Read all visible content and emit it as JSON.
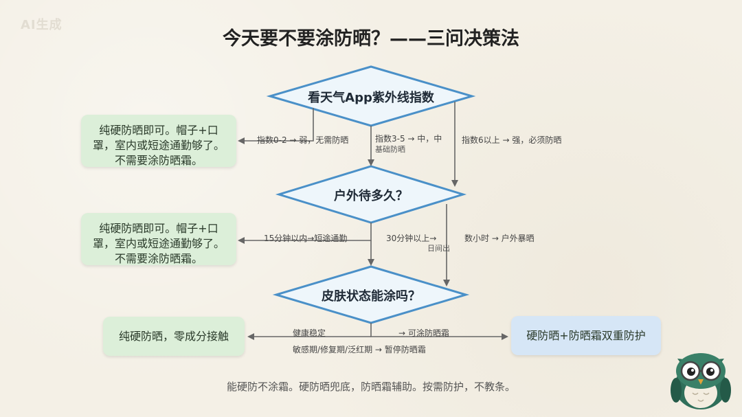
{
  "watermark": "AI生成",
  "title": "今天要不要涂防晒？——三问决策法",
  "decisions": {
    "q1": "看天气App紫外线指数",
    "q2": "户外待多久？",
    "q3": "皮肤状态能涂吗？"
  },
  "labels": {
    "uv_low": "指数0-2 → 弱，无需防晒",
    "uv_mid_line1": "指数3-5 → 中，中",
    "uv_mid_line2": "基础防晒",
    "uv_high": "指数6以上 → 强，必须防晒",
    "time_short": "15分钟以内→短途通勤",
    "time_mid": "30分钟以上→",
    "time_mid_sub": "日间出",
    "time_long": "数小时 → 户外暴晒",
    "skin_ok_a": "健康稳定",
    "skin_ok_b": "→ 可涂防晒霜",
    "skin_sensitive": "敏感期/修复期/泛红期 → 暂停防晒霜"
  },
  "outcomes": {
    "box1": "纯硬防晒即可。帽子+口罩，室内或短途通勤够了。不需要涂防晒霜。",
    "box2": "纯硬防晒即可。帽子+口罩，室内或短途通勤够了。不需要涂防晒霜。",
    "box3": "纯硬防晒，零成分接触",
    "box4": "硬防晒+防晒霜双重防护"
  },
  "footer": "能硬防不涂霜。硬防晒兜底，防晒霜辅助。按需防护，不教条。",
  "colors": {
    "diamond_fill": "#eef6fb",
    "diamond_stroke": "#4a90c8",
    "arrow": "#666666",
    "green_box": "#dcefd9",
    "blue_box": "#d6e6f6",
    "owl_body": "#2f6f5a"
  },
  "icons": [
    "owl-mascot"
  ]
}
